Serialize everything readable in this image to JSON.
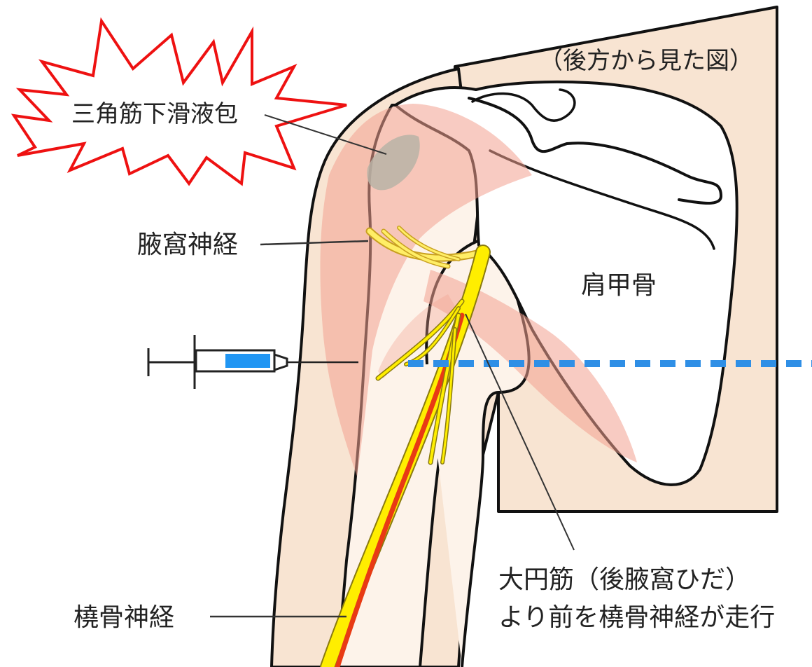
{
  "labels": {
    "view_note": "（後方から見た図）",
    "bursa": "三角筋下滑液包",
    "axillary_nerve": "腋窩神経",
    "scapula": "肩甲骨",
    "radial_nerve": "橈骨神経",
    "teres_major_line1": "大円筋（後腋窩ひだ）",
    "teres_major_line2": "より前を橈骨神経が走行"
  },
  "colors": {
    "skin": "#f8e4d2",
    "bone": "#ffffff",
    "muscle": "#f2a08f",
    "bursa": "#b9b3a6",
    "nerve_yellow": "#ffee00",
    "nerve_red": "#e83a14",
    "burst_outline": "#ee1111",
    "guide_line": "#2f8fe6",
    "syringe_fluid": "#2196f3"
  }
}
